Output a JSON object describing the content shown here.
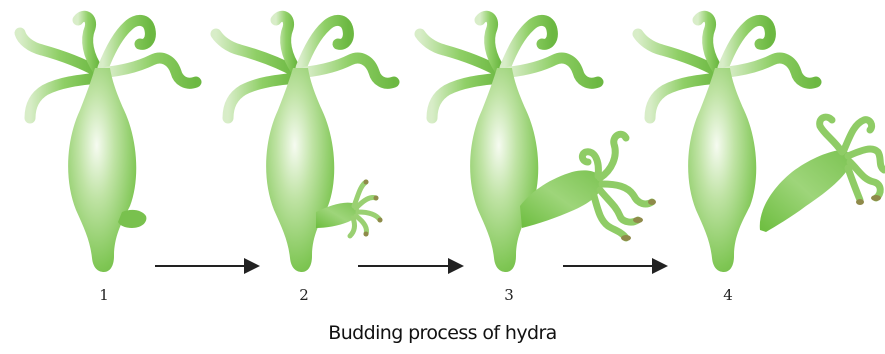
{
  "diagram": {
    "caption": "Budding process of hydra",
    "stages": [
      {
        "label": "1",
        "bud": "small bump"
      },
      {
        "label": "2",
        "bud": "bud with tentacles"
      },
      {
        "label": "3",
        "bud": "larger bud with tentacles"
      },
      {
        "label": "4",
        "bud": "detached new hydra"
      }
    ],
    "arrows": 3
  },
  "colors": {
    "body_light": "#eef8e6",
    "body_mid": "#a9d889",
    "body_dark": "#6cbd3e",
    "tentacle": "#7cc352",
    "tentacle_dark": "#4f9a2c",
    "bud_tip": "#8f8a4a",
    "arrow": "#222222",
    "text": "#111111"
  }
}
